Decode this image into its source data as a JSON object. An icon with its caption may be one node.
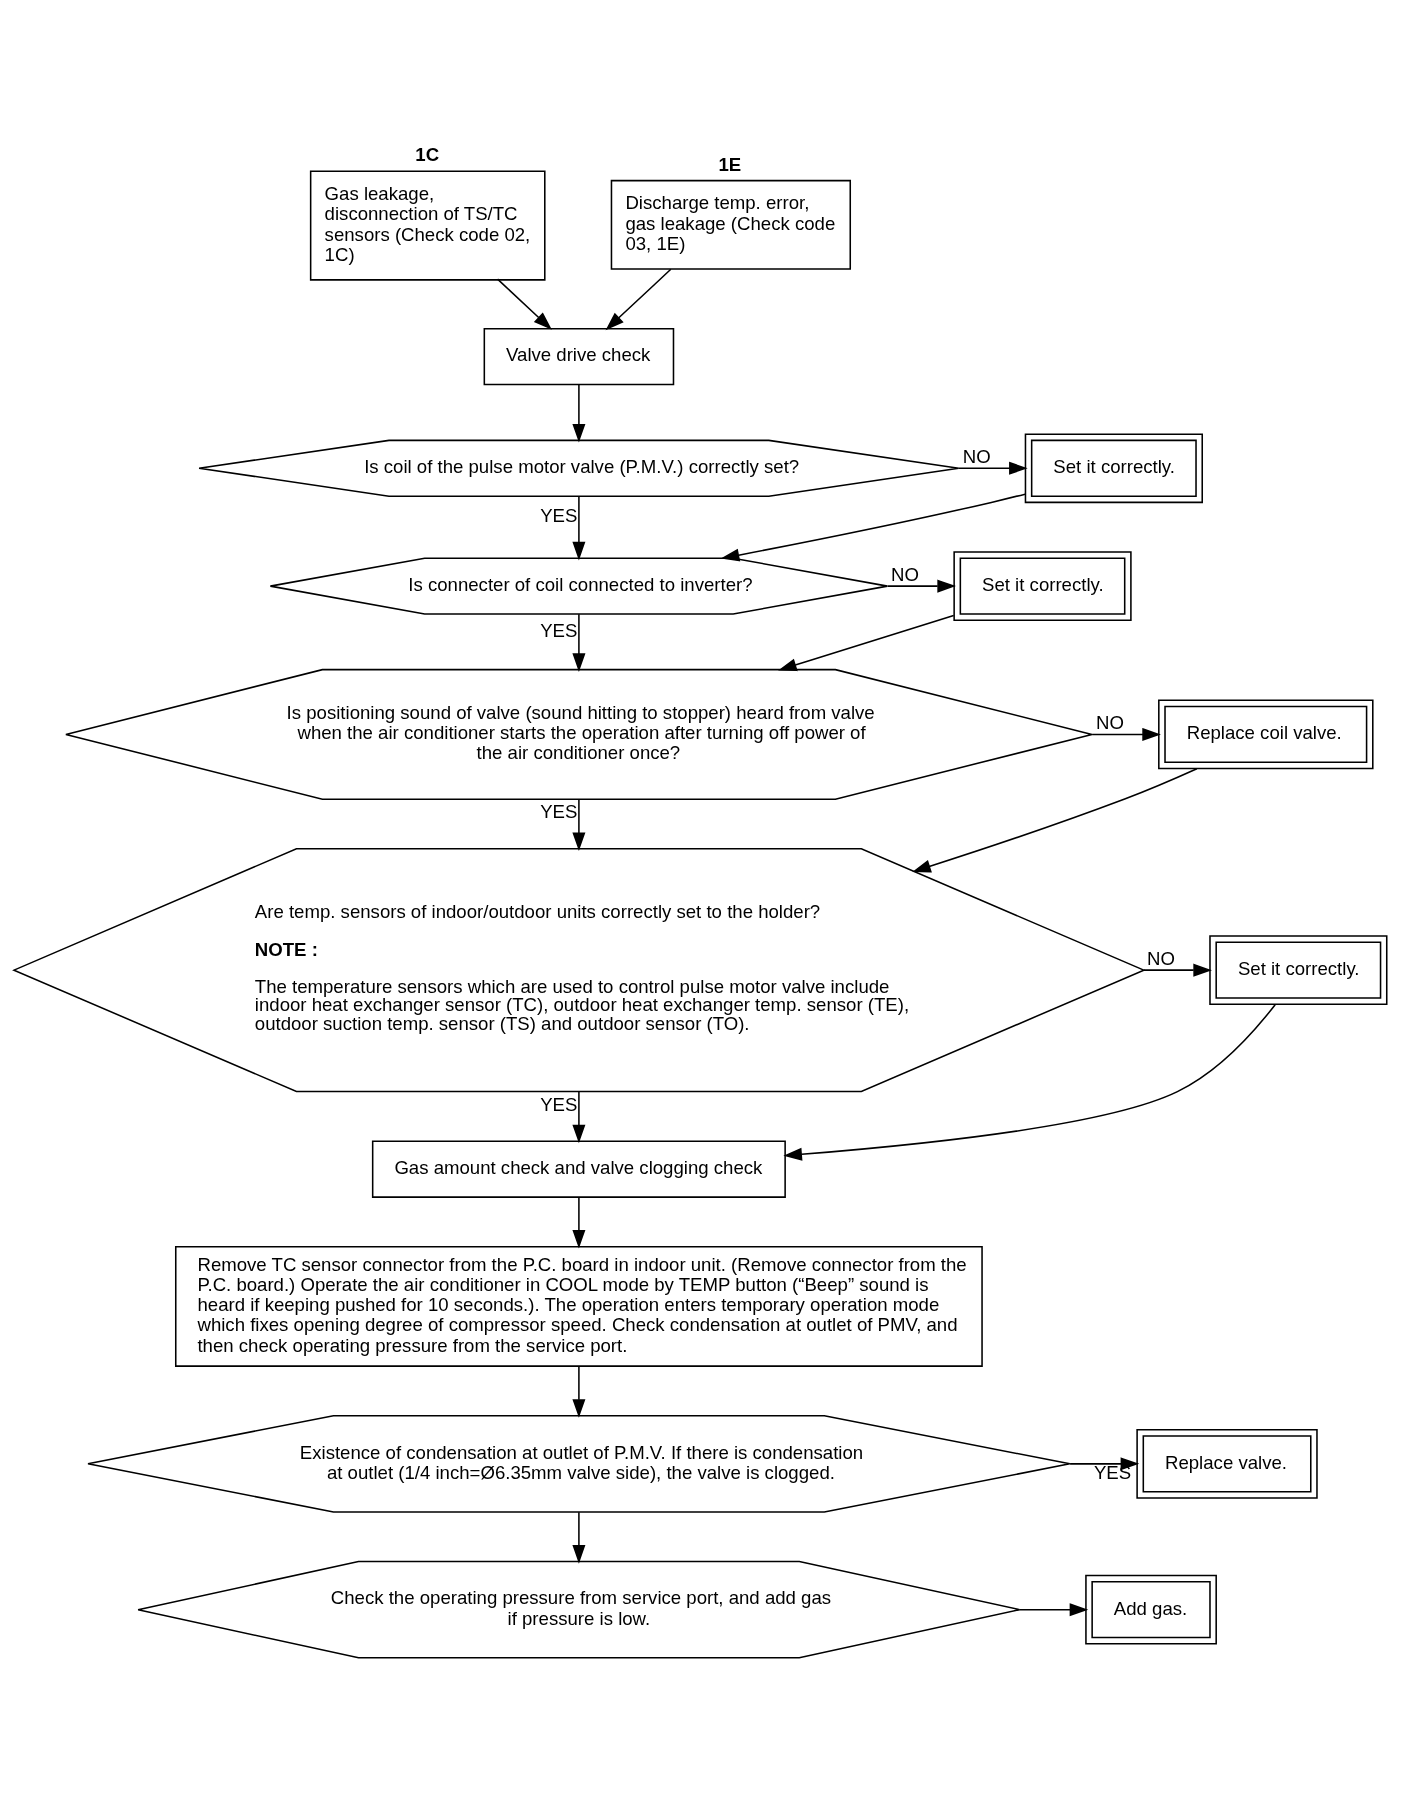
{
  "diagram": {
    "nodes": [
      {
        "text": [
          "1C",
          "Gas leakage, disconnection of TS/TC sensors (Check code 02, 1C)"
        ]
      },
      {
        "text": [
          "1E",
          "Discharge temp. error, gas leakage (Check code 03, 1E)"
        ]
      },
      {
        "text": [
          "Valve drive check"
        ]
      },
      {
        "text": [
          "Is coil of the pulse motor valve (P.M.V.) correctly set?"
        ]
      },
      {
        "text": [
          "Set it correctly."
        ]
      },
      {
        "text": [
          "Is connecter of coil connected to inverter?"
        ]
      },
      {
        "text": [
          "Set it correctly."
        ]
      },
      {
        "text": [
          "Is positioning sound of valve (sound hitting to stopper) heard from valve when the air conditioner starts the operation after turning off power of the air conditioner once?"
        ]
      },
      {
        "text": [
          "Replace coil valve."
        ]
      },
      {
        "text": [
          "Are temp. sensors of indoor/outdoor units correctly set to the holder?",
          "NOTE :",
          "The temperature sensors which are used to control pulse motor valve include indoor heat exchanger sensor (TC), outdoor heat exchanger temp. sensor (TE), outdoor suction temp. sensor (TS) and outdoor sensor (TO)."
        ]
      },
      {
        "text": [
          "Set it correctly."
        ]
      },
      {
        "text": [
          "Gas amount check and valve clogging check"
        ]
      },
      {
        "text": [
          "Remove TC sensor connector from the P.C. board in indoor unit. (Remove connector from the P.C. board.) Operate the air conditioner in COOL mode by TEMP button (“Beep” sound is heard if keeping pushed for 10 seconds.). The operation enters temporary operation mode which fixes opening degree of compressor speed. Check condensation at outlet of PMV, and then check operating pressure from the service port."
        ]
      },
      {
        "text": [
          "Existence of condensation at outlet of P.M.V. If there is condensation at outlet (1/4 inch=Ø6.35mm valve side), the valve is clogged."
        ]
      },
      {
        "text": [
          "Replace valve."
        ]
      },
      {
        "text": [
          "Check the operating pressure from service port, and add gas if pressure is low."
        ]
      },
      {
        "text": [
          "Add gas."
        ]
      }
    ],
    "edges": [
      {
        "from": 0,
        "to": 2,
        "arrow": "to"
      },
      {
        "from": 1,
        "to": 2,
        "arrow": "to"
      },
      {
        "from": 2,
        "to": 3,
        "arrow": "to"
      },
      {
        "from": 3,
        "to": 4,
        "arrow": "to",
        "label": "NO"
      },
      {
        "from": 3,
        "to": 5,
        "arrow": "to",
        "label": "YES"
      },
      {
        "from": 4,
        "to": 5,
        "arrow": "to"
      },
      {
        "from": 5,
        "to": 6,
        "arrow": "to",
        "label": "NO"
      },
      {
        "from": 5,
        "to": 7,
        "arrow": "to",
        "label": "YES"
      },
      {
        "from": 6,
        "to": 7,
        "arrow": "to"
      },
      {
        "from": 7,
        "to": 8,
        "arrow": "to",
        "label": "NO"
      },
      {
        "from": 7,
        "to": 9,
        "arrow": "to",
        "label": "YES"
      },
      {
        "from": 8,
        "to": 9,
        "arrow": "to"
      },
      {
        "from": 9,
        "to": 10,
        "arrow": "to",
        "label": "NO"
      },
      {
        "from": 9,
        "to": 11,
        "arrow": "to",
        "label": "YES"
      },
      {
        "from": 10,
        "to": 11,
        "arrow": "to"
      },
      {
        "from": 11,
        "to": 12,
        "arrow": "to"
      },
      {
        "from": 12,
        "to": 13,
        "arrow": "to"
      },
      {
        "from": 13,
        "to": 14,
        "arrow": "to",
        "label": "YES"
      },
      {
        "from": 13,
        "to": 15,
        "arrow": "to"
      },
      {
        "from": 15,
        "to": 16,
        "arrow": "to"
      }
    ]
  }
}
